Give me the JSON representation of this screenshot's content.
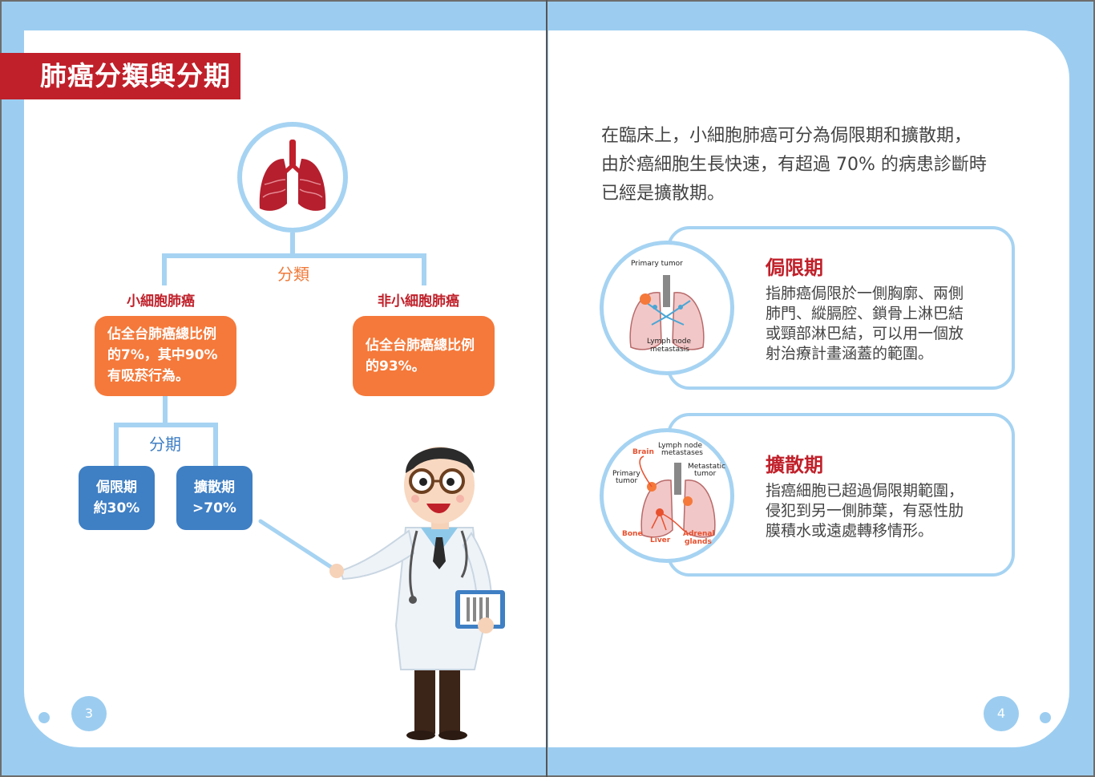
{
  "left_page": {
    "title": "肺癌分類與分期",
    "classify_label": "分類",
    "small_cell": {
      "label": "小細胞肺癌",
      "desc_lines": [
        "佔全台肺癌總比例",
        "的7%，其中90%",
        "有吸菸行為。"
      ]
    },
    "non_small_cell": {
      "label": "非小細胞肺癌",
      "desc_lines": [
        "佔全台肺癌總比例",
        "的93%。"
      ]
    },
    "staging_label": "分期",
    "stage_limited": {
      "name": "侷限期",
      "value": "約30%"
    },
    "stage_extensive": {
      "name": "擴散期",
      "value": ">70%"
    },
    "page_number": "3"
  },
  "right_page": {
    "intro_lines": [
      "在臨床上，小細胞肺癌可分為侷限期和擴散期，",
      "由於癌細胞生長快速，有超過 70% 的病患診斷時",
      "已經是擴散期。"
    ],
    "limited_card": {
      "title": "侷限期",
      "body_lines": [
        "指肺癌侷限於一側胸廓、兩側",
        "肺門、縱膈腔、鎖骨上淋巴結",
        "或頸部淋巴結，可以用一個放",
        "射治療計畫涵蓋的範圍。"
      ],
      "diagram_labels": {
        "primary": "Primary tumor",
        "lymph_1": "Lymph node",
        "lymph_2": "metastasis"
      }
    },
    "extensive_card": {
      "title": "擴散期",
      "body_lines": [
        "指癌細胞已超過侷限期範圍，",
        "侵犯到另一側肺葉，有惡性肋",
        "膜積水或遠處轉移情形。"
      ],
      "diagram_labels": {
        "brain": "Brain",
        "lymph_1": "Lymph node",
        "lymph_2": "metastases",
        "metastatic_1": "Metastatic",
        "metastatic_2": "tumor",
        "primary_1": "Primary",
        "primary_2": "tumor",
        "bone": "Bone",
        "liver": "Liver",
        "adrenal_1": "Adrenal",
        "adrenal_2": "glands"
      }
    },
    "page_number": "4"
  },
  "colors": {
    "red": "#c0202a",
    "orange": "#f5793a",
    "blue": "#3f7fc4",
    "light_blue": "#a6d3f2"
  }
}
